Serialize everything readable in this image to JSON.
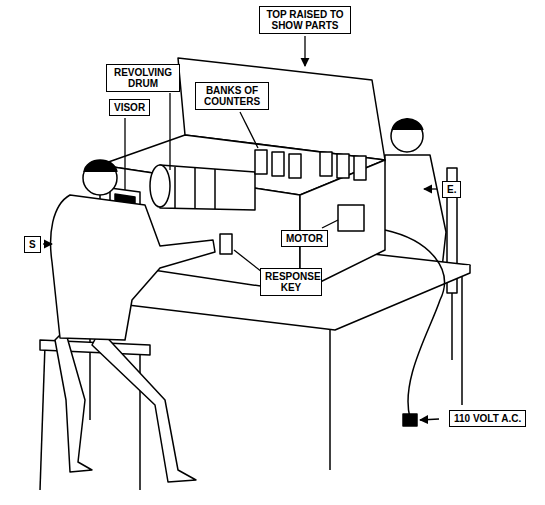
{
  "diagram": {
    "nodes": [
      {
        "text": [
          "TOP RAISED TO SHOW PARTS"
        ]
      },
      {
        "text": [
          "REVOLVING DRUM"
        ]
      },
      {
        "text": [
          "BANKS OF COUNTERS"
        ]
      },
      {
        "text": [
          "VISOR"
        ]
      },
      {
        "text": [
          "E."
        ]
      },
      {
        "text": [
          "S"
        ]
      },
      {
        "text": [
          "MOTOR"
        ]
      },
      {
        "text": [
          "RESPONSE KEY"
        ]
      },
      {
        "text": [
          "110 VOLT A.C."
        ]
      }
    ]
  }
}
